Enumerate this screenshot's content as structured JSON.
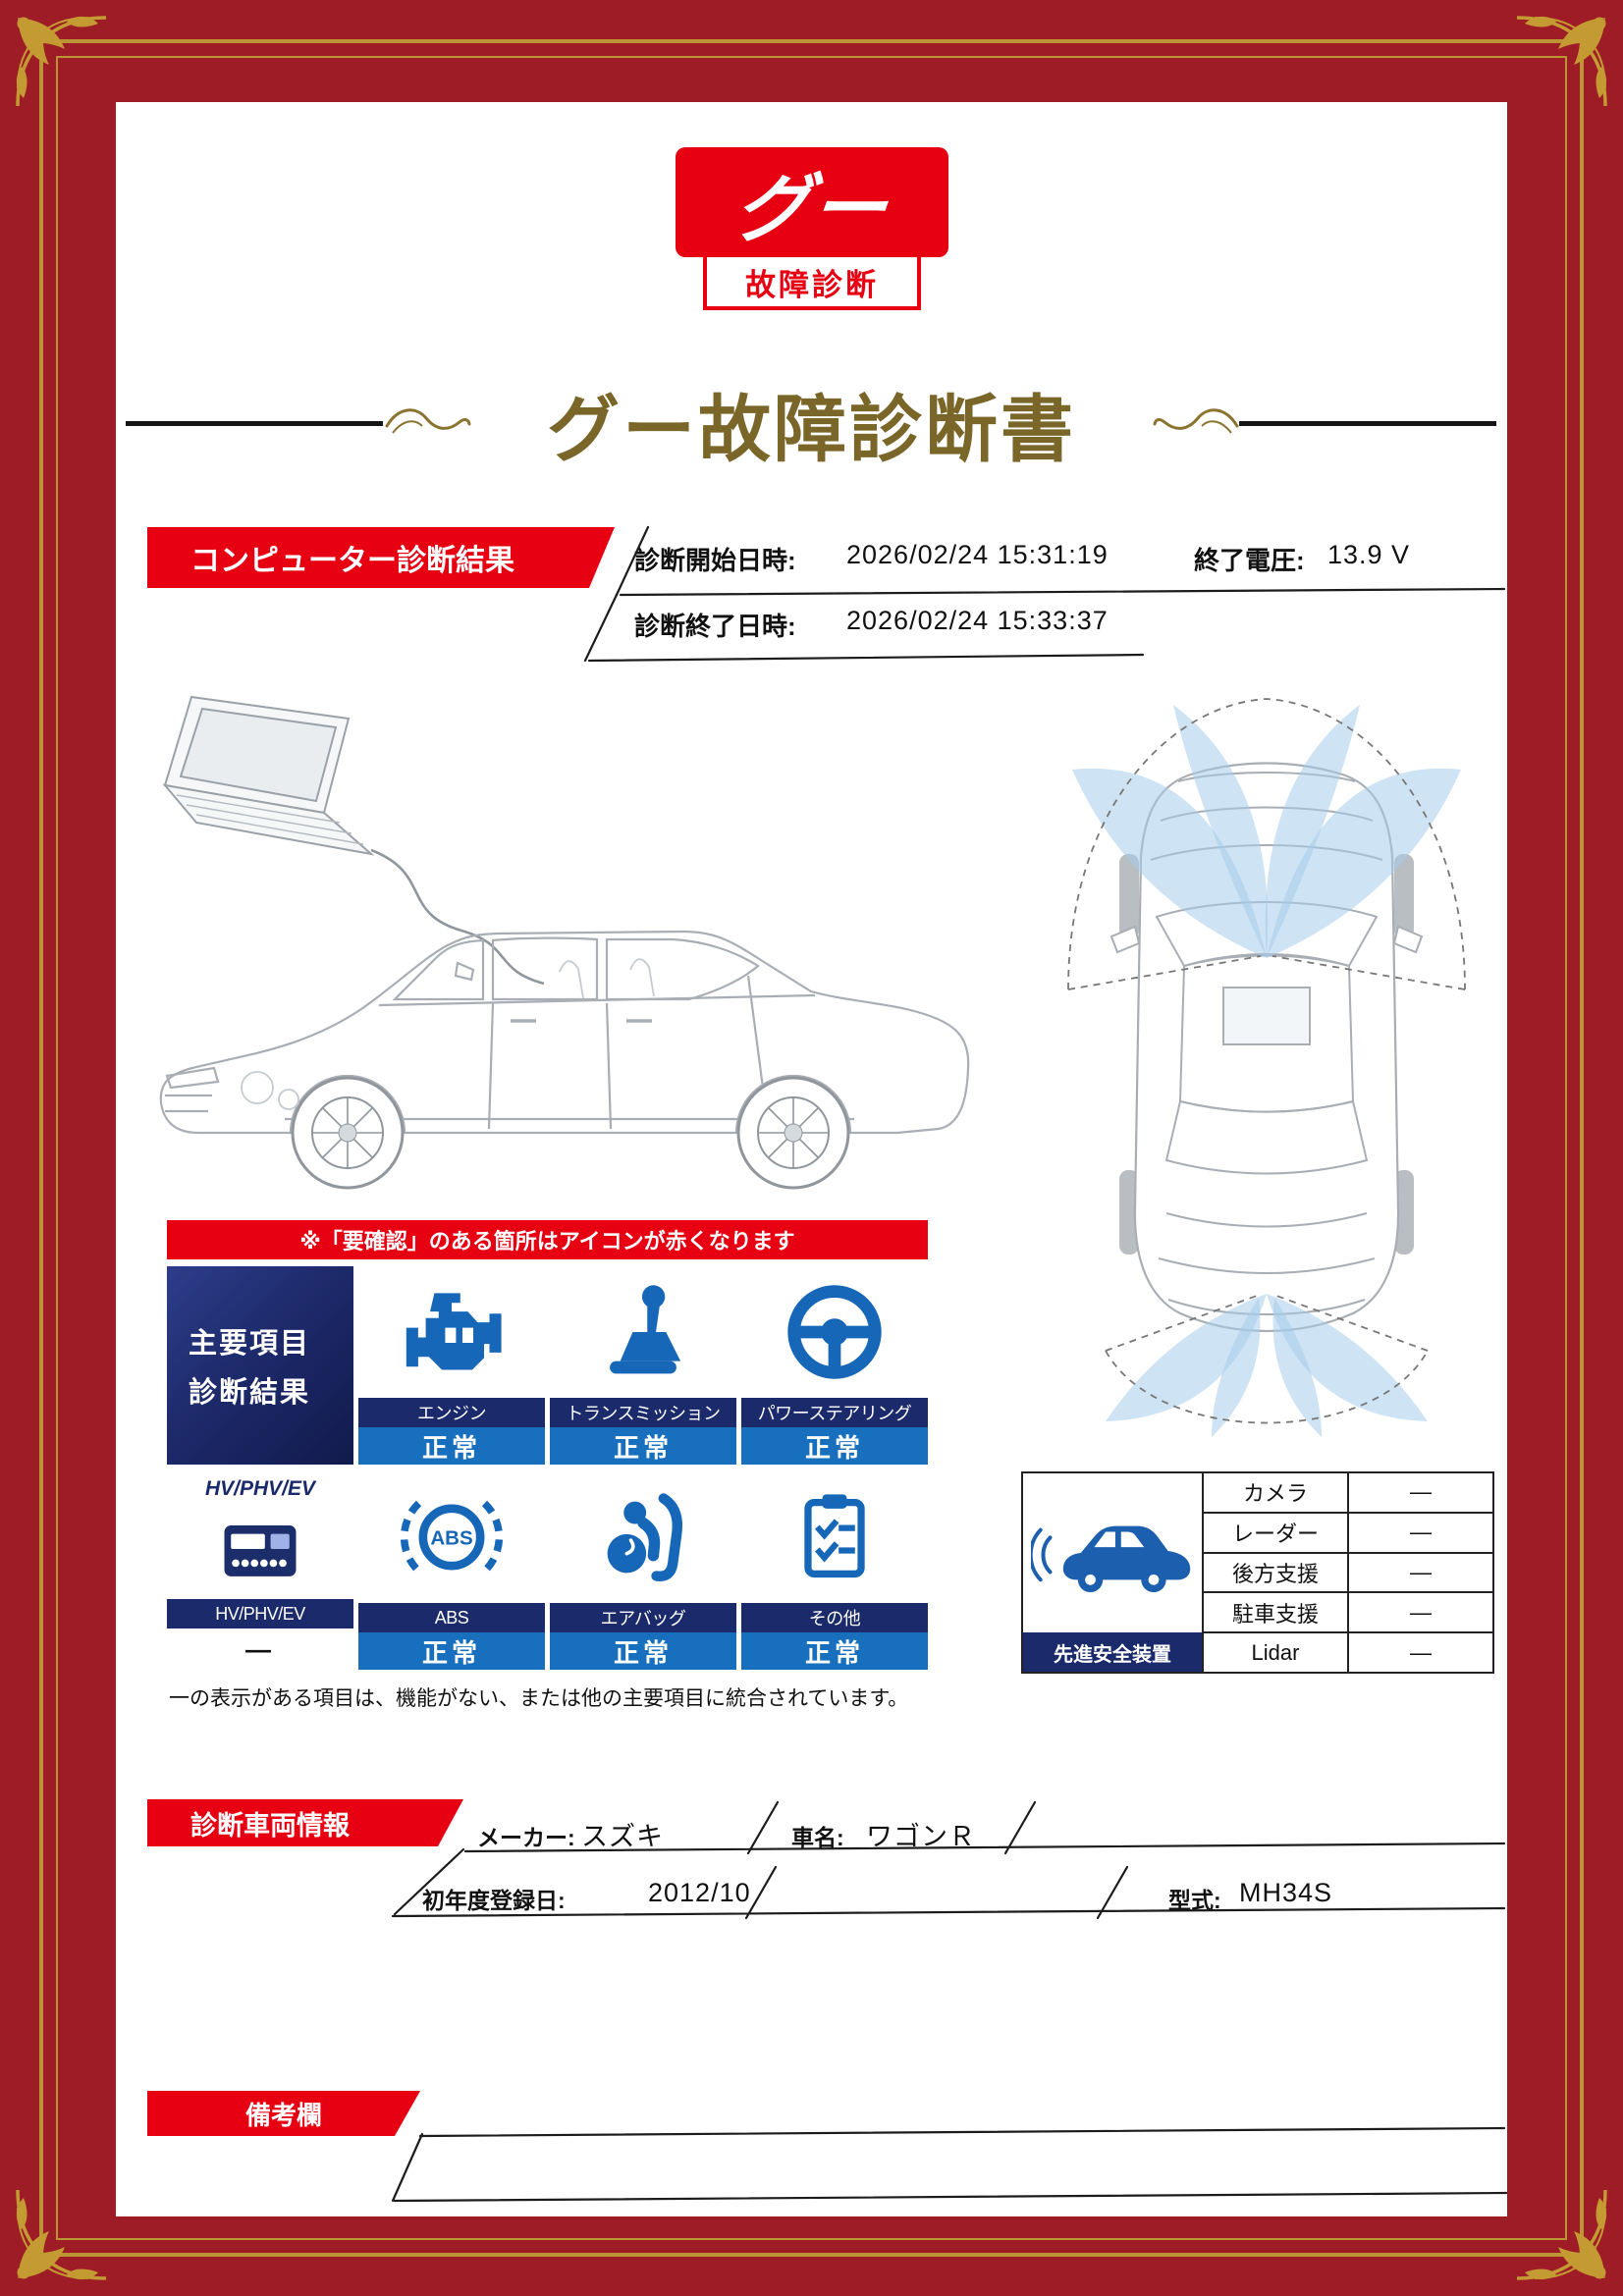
{
  "logo": {
    "top": "グー",
    "bottom": "故障診断"
  },
  "title": "グー故障診断書",
  "colors": {
    "accent_red": "#e60012",
    "navy": "#1b2a6b",
    "blue": "#176fbe",
    "title_gold": "#7a6628"
  },
  "computer_diagnosis": {
    "header": "コンピューター診断結果",
    "start_label": "診断開始日時:",
    "start_value": "2026/02/24 15:31:19",
    "voltage_label": "終了電圧:",
    "voltage_value": "13.9 V",
    "end_label": "診断終了日時:",
    "end_value": "2026/02/24 15:33:37"
  },
  "notice": "※「要確認」のある箇所はアイコンが赤くなります",
  "main_results": {
    "header_line1": "主要項目",
    "header_line2": "診断結果",
    "items": [
      {
        "label": "エンジン",
        "status": "正常",
        "icon": "engine-icon"
      },
      {
        "label": "トランスミッション",
        "status": "正常",
        "icon": "transmission-icon"
      },
      {
        "label": "パワーステアリング",
        "status": "正常",
        "icon": "power-steering-icon"
      },
      {
        "header": "HV/PHV/EV",
        "label": "HV/PHV/EV",
        "status": "―",
        "icon": "hv-phv-ev-icon"
      },
      {
        "label": "ABS",
        "status": "正常",
        "icon": "abs-icon"
      },
      {
        "label": "エアバッグ",
        "status": "正常",
        "icon": "airbag-icon"
      },
      {
        "label": "その他",
        "status": "正常",
        "icon": "other-checklist-icon"
      }
    ],
    "footnote": "一の表示がある項目は、機能がない、または他の主要項目に統合されています。"
  },
  "safety_devices": {
    "title": "先進安全装置",
    "rows": [
      {
        "label": "カメラ",
        "value": "―"
      },
      {
        "label": "レーダー",
        "value": "―"
      },
      {
        "label": "後方支援",
        "value": "―"
      },
      {
        "label": "駐車支援",
        "value": "―"
      },
      {
        "label": "Lidar",
        "value": "―"
      }
    ]
  },
  "vehicle_info": {
    "header": "診断車両情報",
    "maker_label": "メーカー:",
    "maker_value": "スズキ",
    "car_name_label": "車名:",
    "car_name_value": "ワゴンＲ",
    "first_registration_label": "初年度登録日:",
    "first_registration_value": "2012/10",
    "model_label": "型式:",
    "model_value": "MH34S"
  },
  "remarks": {
    "header": "備考欄"
  }
}
